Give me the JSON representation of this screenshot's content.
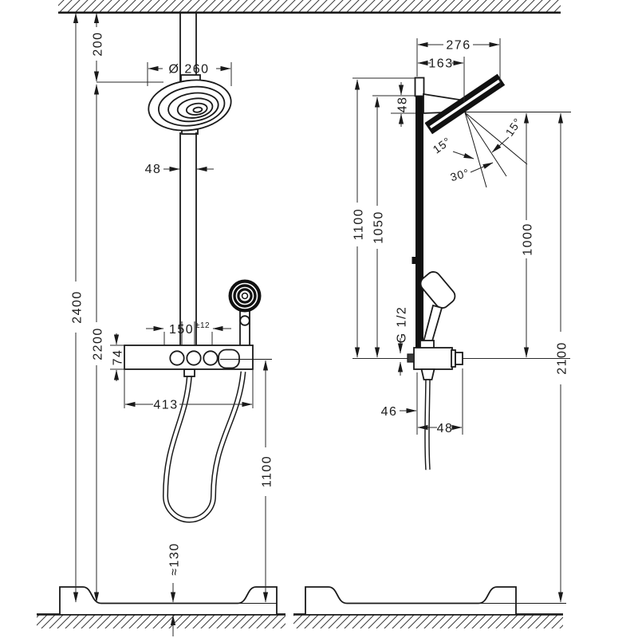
{
  "drawing": {
    "type": "technical-dimension-drawing",
    "subject": "Shower pipe system with overhead shower, hand shower and thermostat bar, front and side views"
  },
  "dims": {
    "front": {
      "ceiling_offset": "200",
      "head_diameter": "Ø 260",
      "pipe_width": "48",
      "overall_height": "2400",
      "panel_height": "2200",
      "supply_spacing": "150",
      "supply_spacing_tolerance": "±12",
      "panel_thickness": "74",
      "panel_width": "413",
      "handshower_height": "1100",
      "tray_height": "≈130"
    },
    "side": {
      "head_depth": "276",
      "arm_length": "163",
      "arm_thickness": "48",
      "tilt_up": "15°",
      "tilt_down": "15°",
      "tilt_range": "30°",
      "bar_top_height": "1100",
      "arm_joint_height": "1050",
      "spray_height": "1000",
      "overall_height": "2100",
      "connection_thread": "G 1/2",
      "hose_offset": "46",
      "hose_clearance": "48"
    }
  }
}
